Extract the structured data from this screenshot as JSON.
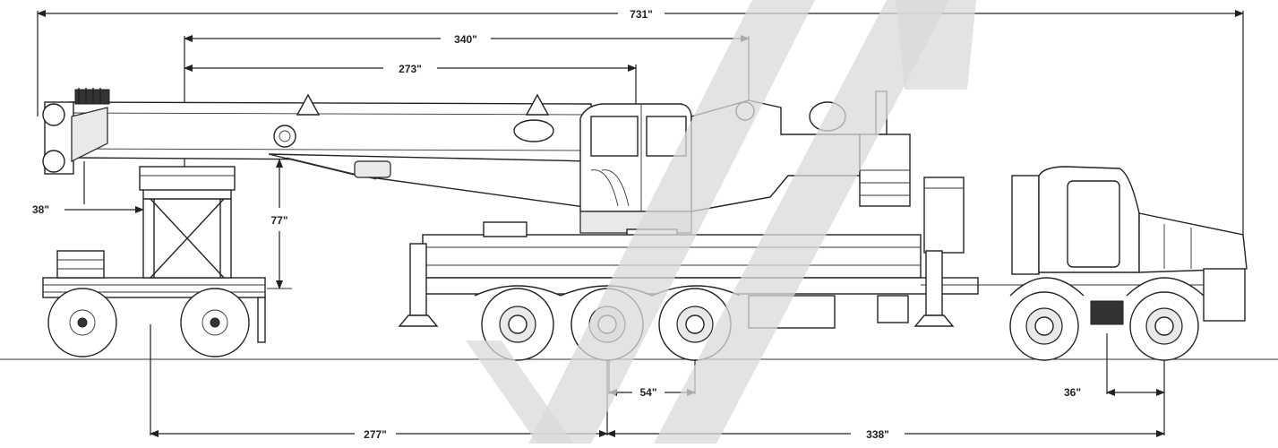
{
  "dimensions": {
    "overall_length": "731\"",
    "boom_340": "340\"",
    "boom_273": "273\"",
    "overhang_38": "38\"",
    "height_77": "77\"",
    "axle_spread_54": "54\"",
    "front_axle_36": "36\"",
    "rear_277": "277\"",
    "wheelbase_338": "338\""
  },
  "colors": {
    "line": "#222222",
    "watermark": "#d9d9d9",
    "background": "#ffffff"
  }
}
